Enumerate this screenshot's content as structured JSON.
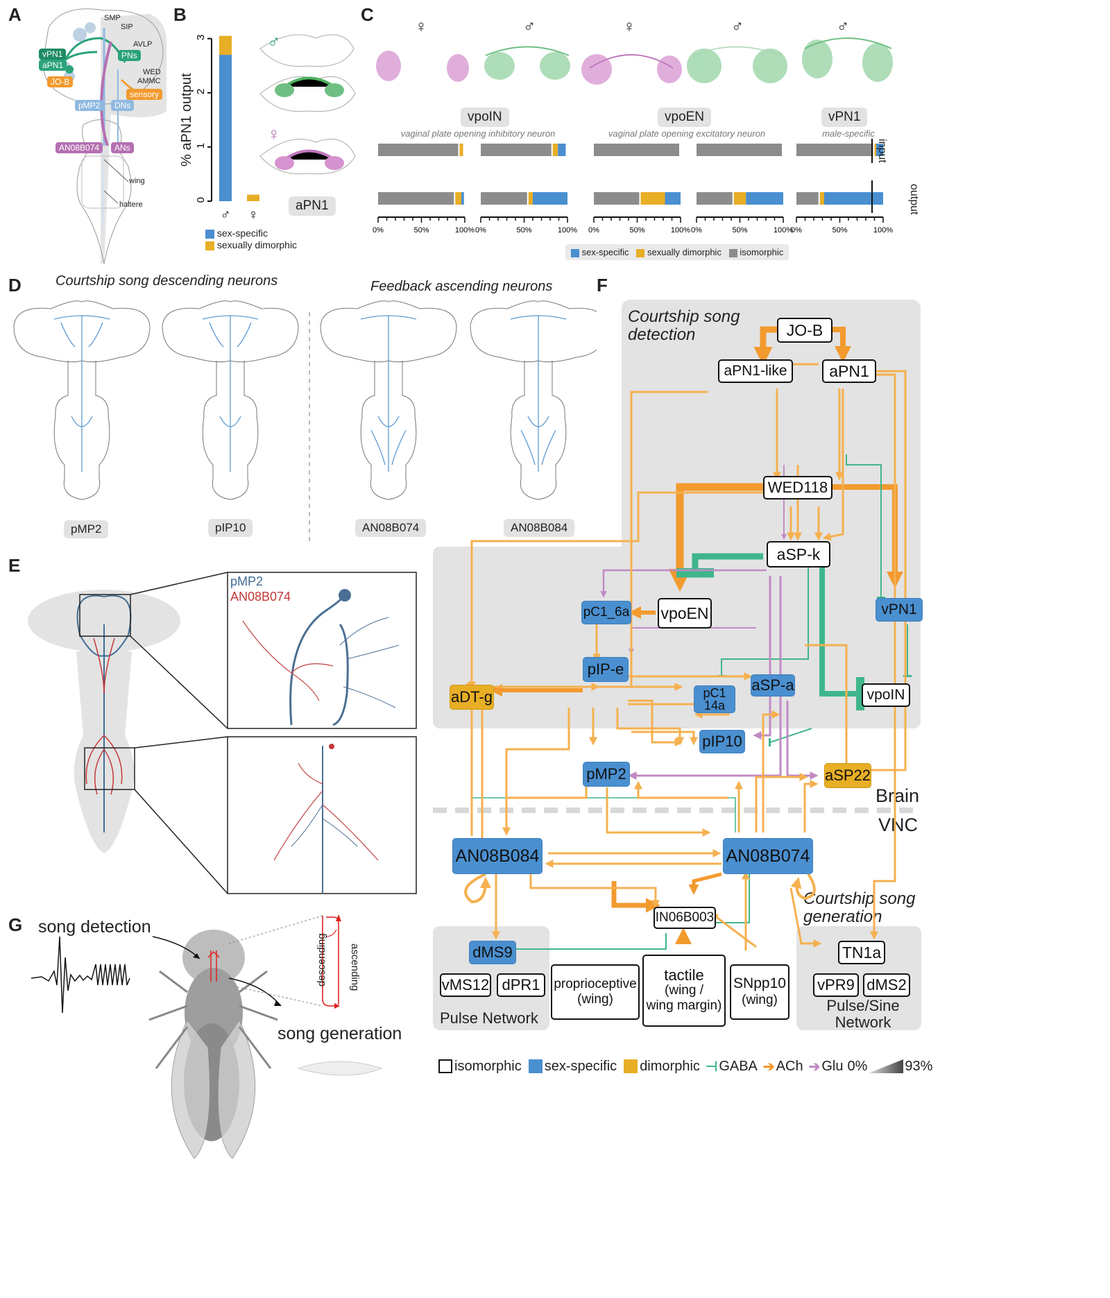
{
  "panel_letters": {
    "a": "A",
    "b": "B",
    "c": "C",
    "d": "D",
    "e": "E",
    "f": "F",
    "g": "G"
  },
  "panelA": {
    "regions": {
      "smp": "SMP",
      "sip": "SIP",
      "avlp": "AVLP",
      "wed": "WED",
      "ammc": "AMMC",
      "wing": "wing",
      "haltere": "haltere"
    },
    "tags": {
      "vpn1": "vPN1",
      "apn1": "aPN1",
      "jo_b": "JO-B",
      "pns": "PNs",
      "sensory": "sensory",
      "pmp2": "pMP2",
      "dns": "DNs",
      "an08b074": "AN08B074",
      "ans": "ANs"
    },
    "colors": {
      "green": "#2aa37a",
      "orange": "#f29a2e",
      "blue": "#8fb9e0",
      "purple": "#b56fb1"
    }
  },
  "panelB": {
    "ylabel": "% aPN1 output",
    "yticks": [
      "0",
      "1",
      "2",
      "3"
    ],
    "xlabels": [
      "♂",
      "♀"
    ],
    "neuron_label": "aPN1",
    "sex_symbols": {
      "male": "♂",
      "female": "♀"
    },
    "legend": [
      {
        "label": "sex-specific",
        "color": "#4a8fd0"
      },
      {
        "label": "sexually dimorphic",
        "color": "#e8ae25"
      }
    ],
    "chart_data": {
      "type": "bar",
      "categories": [
        "♂",
        "♀"
      ],
      "series": [
        {
          "name": "sex-specific",
          "values": [
            2.7,
            0.0
          ]
        },
        {
          "name": "sexually dimorphic",
          "values": [
            0.35,
            0.12
          ]
        }
      ],
      "ylabel": "% aPN1 output",
      "ylim": [
        0,
        3.2
      ],
      "stacked": true
    }
  },
  "panelC": {
    "sex_symbols": [
      "♀",
      "♂",
      "♀",
      "♂",
      "♂"
    ],
    "groups": [
      {
        "name": "vpoIN",
        "desc": "vaginal plate opening inhibitory neuron"
      },
      {
        "name": "vpoEN",
        "desc": "vaginal plate opening excitatory neuron"
      },
      {
        "name": "vPN1",
        "desc": "male-specific"
      }
    ],
    "row_labels": {
      "input": "input",
      "output": "output"
    },
    "ticks": [
      "0%",
      "50%",
      "100%"
    ],
    "legend": [
      {
        "label": "sex-specific",
        "color": "#4a8fd0"
      },
      {
        "label": "sexually dimorphic",
        "color": "#e8ae25"
      },
      {
        "label": "isomorphic",
        "color": "#8c8c8c"
      }
    ],
    "chart_data": {
      "type": "bar",
      "orientation": "horizontal-stacked",
      "columns": [
        "vpoIN ♀",
        "vpoIN ♂",
        "vpoEN ♀",
        "vpoEN ♂",
        "vPN1 ♂"
      ],
      "input": [
        {
          "isomorphic": 94,
          "dimorphic": 4,
          "sex": 0
        },
        {
          "isomorphic": 83,
          "dimorphic": 6,
          "sex": 9
        },
        {
          "isomorphic": 100,
          "dimorphic": 0,
          "sex": 0
        },
        {
          "isomorphic": 100,
          "dimorphic": 0,
          "sex": 0
        },
        {
          "isomorphic": 90,
          "dimorphic": 2,
          "sex": 8
        }
      ],
      "output": [
        {
          "isomorphic": 89,
          "dimorphic": 7,
          "sex": 3
        },
        {
          "isomorphic": 55,
          "dimorphic": 5,
          "sex": 40
        },
        {
          "isomorphic": 54,
          "dimorphic": 28,
          "sex": 18
        },
        {
          "isomorphic": 43,
          "dimorphic": 14,
          "sex": 43
        },
        {
          "isomorphic": 27,
          "dimorphic": 5,
          "sex": 68
        }
      ],
      "xlim": [
        0,
        100
      ]
    }
  },
  "panelD": {
    "title_left": "Courtship song descending neurons",
    "title_right": "Feedback ascending neurons",
    "labels": [
      "pMP2",
      "pIP10",
      "AN08B074",
      "AN08B084"
    ]
  },
  "panelE": {
    "legend_pmp2": "pMP2",
    "legend_an": "AN08B074"
  },
  "panelF": {
    "region_detection": "Courtship song detection",
    "region_generation": "Courtship song generation",
    "pulse_network": "Pulse Network",
    "pulse_sine_network": "Pulse/Sine Network",
    "brain": "Brain",
    "vnc": "VNC",
    "nodes": {
      "job": "JO-B",
      "apn1like": "aPN1-like",
      "apn1": "aPN1",
      "wed118": "WED118",
      "aspk": "aSP-k",
      "pc16a": "pC1_6a",
      "vpoen": "vpoEN",
      "vpn1": "vPN1",
      "pipe": "pIP-e",
      "adtg": "aDT-g",
      "pc114a_1": "pC1",
      "pc114a_2": "14a",
      "aspa": "aSP-a",
      "vpoin": "vpoIN",
      "pip10": "pIP10",
      "pmp2": "pMP2",
      "asp22": "aSP22",
      "an084": "AN08B084",
      "an074": "AN08B074",
      "in06": "IN06B003",
      "dms9": "dMS9",
      "vms12": "vMS12",
      "dpr1": "dPR1",
      "tn1a": "TN1a",
      "vpr9": "vPR9",
      "dms2": "dMS2",
      "prop_1": "proprioceptive",
      "prop_2": "(wing)",
      "tact_1": "tactile",
      "tact_2": "(wing /",
      "tact_3": "wing margin)",
      "snpp_1": "SNpp10",
      "snpp_2": "(wing)"
    },
    "legend": {
      "iso": "isomorphic",
      "sex": "sex-specific",
      "dim": "dimorphic",
      "gaba": "GABA",
      "ach": "ACh",
      "glu": "Glu",
      "min": "0%",
      "max": "93%"
    },
    "colors": {
      "ach": "#f5b04f",
      "ach_strong": "#f29a2e",
      "gaba": "#3fb68b",
      "glu": "#c08bc4",
      "iso": "#ffffff",
      "sex": "#4a8fd0",
      "dim": "#e8ae25"
    }
  },
  "panelG": {
    "song_detection": "song detection",
    "song_generation": "song generation",
    "descending": "descending",
    "ascending": "ascending"
  }
}
